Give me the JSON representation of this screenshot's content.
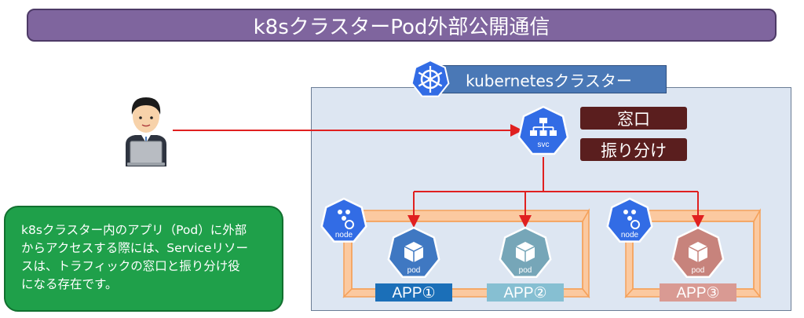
{
  "title": "k8sクラスターPod外部公開通信",
  "cluster": {
    "label": "kubernetesクラスター"
  },
  "service": {
    "icon_text": "svc",
    "tags": [
      "窓口",
      "振り分け"
    ]
  },
  "nodes": [
    {
      "icon_text": "node"
    },
    {
      "icon_text": "node"
    }
  ],
  "pods": [
    {
      "icon_text": "pod",
      "app_label": "APP①",
      "color": "#3f78c2",
      "label_color": "#1b6fb8"
    },
    {
      "icon_text": "pod",
      "app_label": "APP②",
      "color": "#76a6b8",
      "label_color": "#86bfd2"
    },
    {
      "icon_text": "pod",
      "app_label": "APP③",
      "color": "#c7837c",
      "label_color": "#d99a93"
    }
  ],
  "note_lines": [
    "k8sクラスター内のアプリ（Pod）に外部",
    "からアクセスする際には、Serviceリソー",
    "スは、トラフィックの窓口と振り分け役",
    "になる存在です。"
  ],
  "colors": {
    "arrow": "#e02020",
    "node_frame": "#f5a15a",
    "k8s_blue": "#326ce5"
  }
}
